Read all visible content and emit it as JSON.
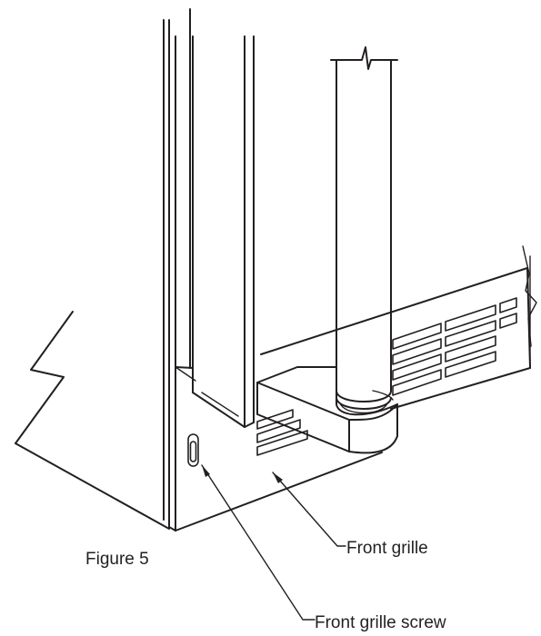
{
  "figure": {
    "caption": "Figure 5",
    "callouts": {
      "front_grille": "Front grille",
      "front_grille_screw": "Front grille screw"
    },
    "colors": {
      "line": "#231f20",
      "background": "#ffffff"
    }
  }
}
